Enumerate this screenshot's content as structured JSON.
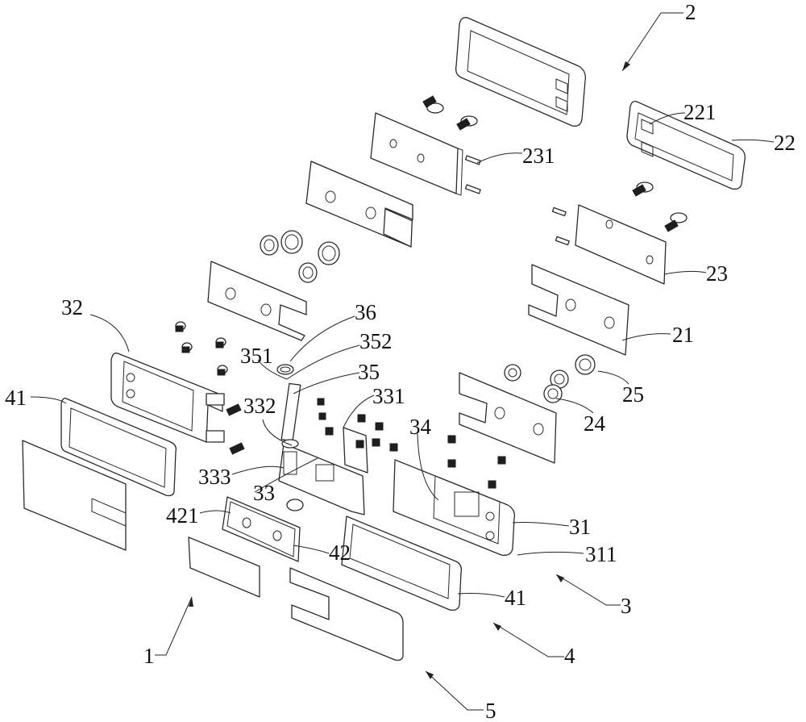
{
  "figure": {
    "type": "exploded-assembly-drawing",
    "assembly_labels": [
      "1",
      "2",
      "3",
      "4",
      "5"
    ],
    "labels": {
      "l1": "1",
      "l2": "2",
      "l3": "3",
      "l4": "4",
      "l5": "5",
      "l21": "21",
      "l22": "22",
      "l221": "221",
      "l23": "23",
      "l231": "231",
      "l24": "24",
      "l25": "25",
      "l31": "31",
      "l311": "311",
      "l32": "32",
      "l33": "33",
      "l331": "331",
      "l332": "332",
      "l333": "333",
      "l34": "34",
      "l35": "35",
      "l351": "351",
      "l352": "352",
      "l36": "36",
      "l41a": "41",
      "l41b": "41",
      "l42": "42",
      "l421": "421"
    },
    "colors": {
      "line": "#2a2a2a",
      "background": "#ffffff"
    }
  }
}
